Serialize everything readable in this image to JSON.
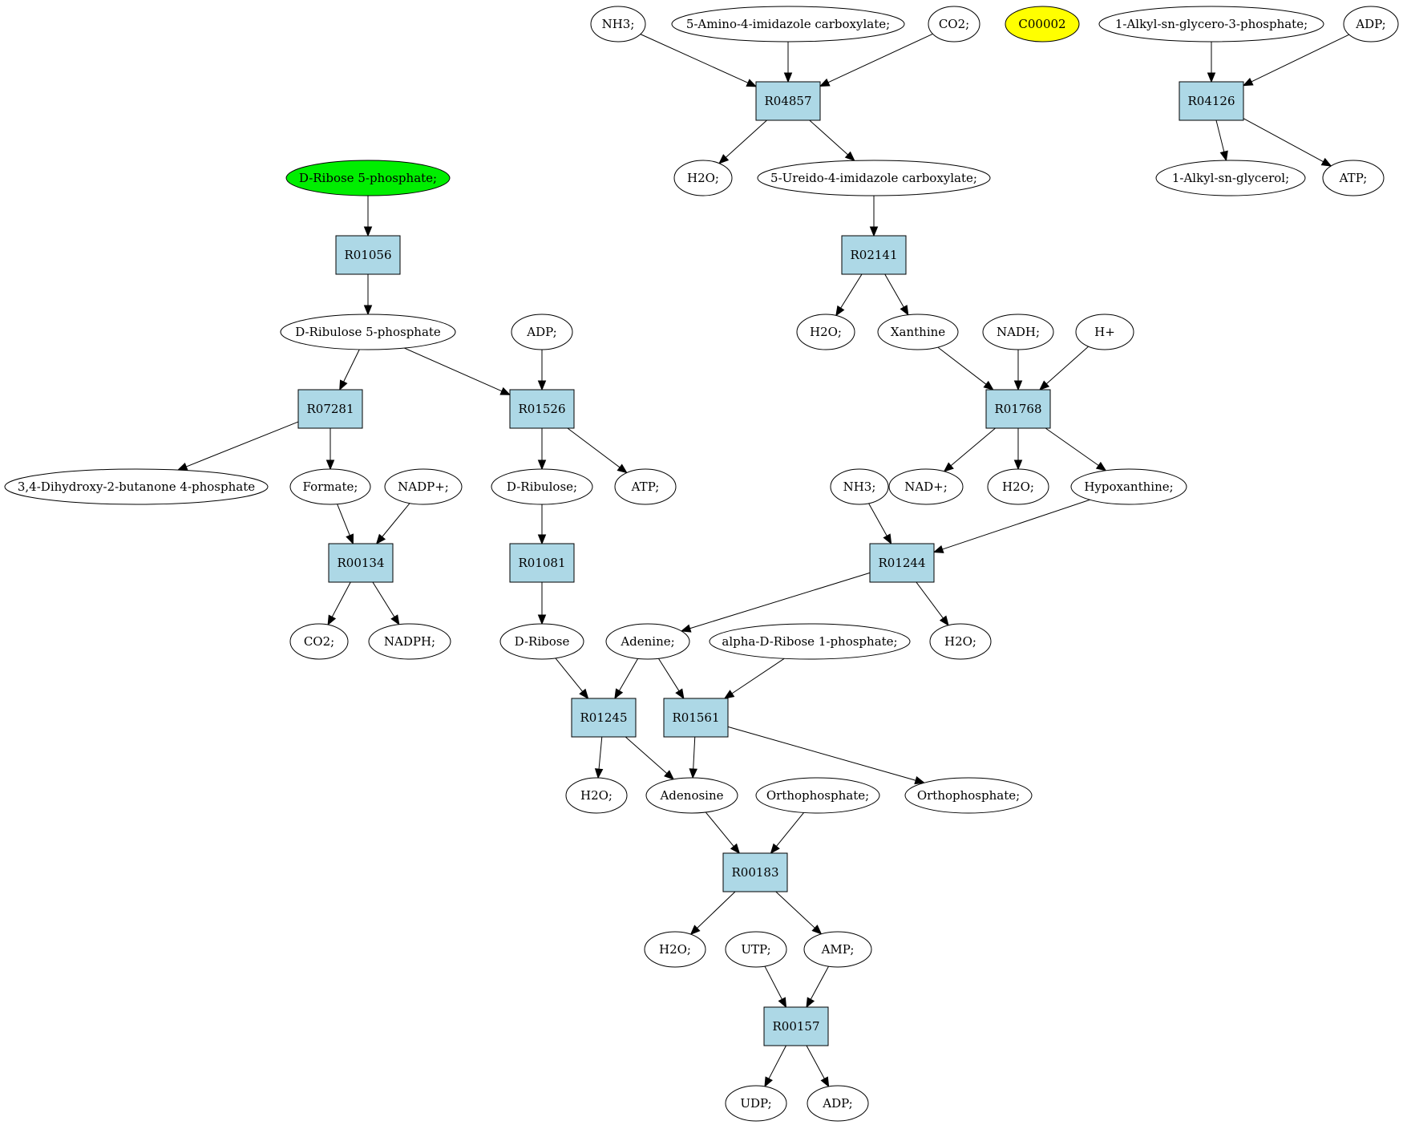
{
  "colors": {
    "reaction_fill": "#add8e6",
    "metabolite_fill": "#ffffff",
    "highlight_start": "#00ee00",
    "highlight_target": "#ffff00",
    "stroke": "#000000"
  },
  "reactions": [
    {
      "id": "R04857",
      "label": "R04857"
    },
    {
      "id": "R04126",
      "label": "R04126"
    },
    {
      "id": "R01056",
      "label": "R01056"
    },
    {
      "id": "R02141",
      "label": "R02141"
    },
    {
      "id": "R07281",
      "label": "R07281"
    },
    {
      "id": "R01526",
      "label": "R01526"
    },
    {
      "id": "R01768",
      "label": "R01768"
    },
    {
      "id": "R00134",
      "label": "R00134"
    },
    {
      "id": "R01081",
      "label": "R01081"
    },
    {
      "id": "R01244",
      "label": "R01244"
    },
    {
      "id": "R01245",
      "label": "R01245"
    },
    {
      "id": "R01561",
      "label": "R01561"
    },
    {
      "id": "R00183",
      "label": "R00183"
    },
    {
      "id": "R00157",
      "label": "R00157"
    }
  ],
  "metabolites": [
    {
      "id": "nh3_a",
      "label": "NH3;"
    },
    {
      "id": "aic",
      "label": "5-Amino-4-imidazole carboxylate;"
    },
    {
      "id": "co2_a",
      "label": "CO2;"
    },
    {
      "id": "c00002",
      "label": "C00002",
      "fill": "#ffff00"
    },
    {
      "id": "agp",
      "label": "1-Alkyl-sn-glycero-3-phosphate;"
    },
    {
      "id": "adp_a",
      "label": "ADP;"
    },
    {
      "id": "h2o_a",
      "label": "H2O;"
    },
    {
      "id": "uic",
      "label": "5-Ureido-4-imidazole carboxylate;"
    },
    {
      "id": "alkylg",
      "label": "1-Alkyl-sn-glycerol;"
    },
    {
      "id": "atp_a",
      "label": "ATP;"
    },
    {
      "id": "r5p",
      "label": "D-Ribose 5-phosphate;",
      "fill": "#00ee00"
    },
    {
      "id": "ru5p",
      "label": "D-Ribulose 5-phosphate"
    },
    {
      "id": "adp_b",
      "label": "ADP;"
    },
    {
      "id": "h2o_b",
      "label": "H2O;"
    },
    {
      "id": "xanthine",
      "label": "Xanthine"
    },
    {
      "id": "nadh",
      "label": "NADH;"
    },
    {
      "id": "hplus",
      "label": "H+"
    },
    {
      "id": "dhbp",
      "label": "3,4-Dihydroxy-2-butanone 4-phosphate"
    },
    {
      "id": "formate",
      "label": "Formate;"
    },
    {
      "id": "nadp",
      "label": "NADP+;"
    },
    {
      "id": "ribulose",
      "label": "D-Ribulose;"
    },
    {
      "id": "atp_b",
      "label": "ATP;"
    },
    {
      "id": "nh3_b",
      "label": "NH3;"
    },
    {
      "id": "nad",
      "label": "NAD+;"
    },
    {
      "id": "h2o_c",
      "label": "H2O;"
    },
    {
      "id": "hypox",
      "label": "Hypoxanthine;"
    },
    {
      "id": "co2_b",
      "label": "CO2;"
    },
    {
      "id": "nadph",
      "label": "NADPH;"
    },
    {
      "id": "ribose",
      "label": "D-Ribose"
    },
    {
      "id": "adenine",
      "label": "Adenine;"
    },
    {
      "id": "adr1p",
      "label": "alpha-D-Ribose 1-phosphate;"
    },
    {
      "id": "h2o_d",
      "label": "H2O;"
    },
    {
      "id": "h2o_e",
      "label": "H2O;"
    },
    {
      "id": "adenosine",
      "label": "Adenosine"
    },
    {
      "id": "pi_a",
      "label": "Orthophosphate;"
    },
    {
      "id": "pi_b",
      "label": "Orthophosphate;"
    },
    {
      "id": "h2o_f",
      "label": "H2O;"
    },
    {
      "id": "utp",
      "label": "UTP;"
    },
    {
      "id": "amp",
      "label": "AMP;"
    },
    {
      "id": "udp",
      "label": "UDP;"
    },
    {
      "id": "adp_c",
      "label": "ADP;"
    }
  ],
  "edges": [
    [
      "nh3_a",
      "R04857"
    ],
    [
      "aic",
      "R04857"
    ],
    [
      "co2_a",
      "R04857"
    ],
    [
      "R04857",
      "h2o_a"
    ],
    [
      "R04857",
      "uic"
    ],
    [
      "agp",
      "R04126"
    ],
    [
      "adp_a",
      "R04126"
    ],
    [
      "R04126",
      "alkylg"
    ],
    [
      "R04126",
      "atp_a"
    ],
    [
      "r5p",
      "R01056"
    ],
    [
      "R01056",
      "ru5p"
    ],
    [
      "uic",
      "R02141"
    ],
    [
      "R02141",
      "h2o_b"
    ],
    [
      "R02141",
      "xanthine"
    ],
    [
      "ru5p",
      "R07281"
    ],
    [
      "ru5p",
      "R01526"
    ],
    [
      "adp_b",
      "R01526"
    ],
    [
      "R07281",
      "dhbp"
    ],
    [
      "R07281",
      "formate"
    ],
    [
      "R01526",
      "ribulose"
    ],
    [
      "R01526",
      "atp_b"
    ],
    [
      "xanthine",
      "R01768"
    ],
    [
      "nadh",
      "R01768"
    ],
    [
      "hplus",
      "R01768"
    ],
    [
      "R01768",
      "nad"
    ],
    [
      "R01768",
      "h2o_c"
    ],
    [
      "R01768",
      "hypox"
    ],
    [
      "formate",
      "R00134"
    ],
    [
      "nadp",
      "R00134"
    ],
    [
      "R00134",
      "co2_b"
    ],
    [
      "R00134",
      "nadph"
    ],
    [
      "ribulose",
      "R01081"
    ],
    [
      "R01081",
      "ribose"
    ],
    [
      "nh3_b",
      "R01244"
    ],
    [
      "hypox",
      "R01244"
    ],
    [
      "R01244",
      "adenine"
    ],
    [
      "R01244",
      "h2o_d"
    ],
    [
      "ribose",
      "R01245"
    ],
    [
      "adenine",
      "R01245"
    ],
    [
      "adenine",
      "R01561"
    ],
    [
      "adr1p",
      "R01561"
    ],
    [
      "R01245",
      "h2o_e"
    ],
    [
      "R01245",
      "adenosine"
    ],
    [
      "R01561",
      "adenosine"
    ],
    [
      "R01561",
      "pi_b"
    ],
    [
      "adenosine",
      "R00183"
    ],
    [
      "pi_a",
      "R00183"
    ],
    [
      "R00183",
      "h2o_f"
    ],
    [
      "R00183",
      "amp"
    ],
    [
      "utp",
      "R00157"
    ],
    [
      "amp",
      "R00157"
    ],
    [
      "R00157",
      "udp"
    ],
    [
      "R00157",
      "adp_c"
    ]
  ]
}
